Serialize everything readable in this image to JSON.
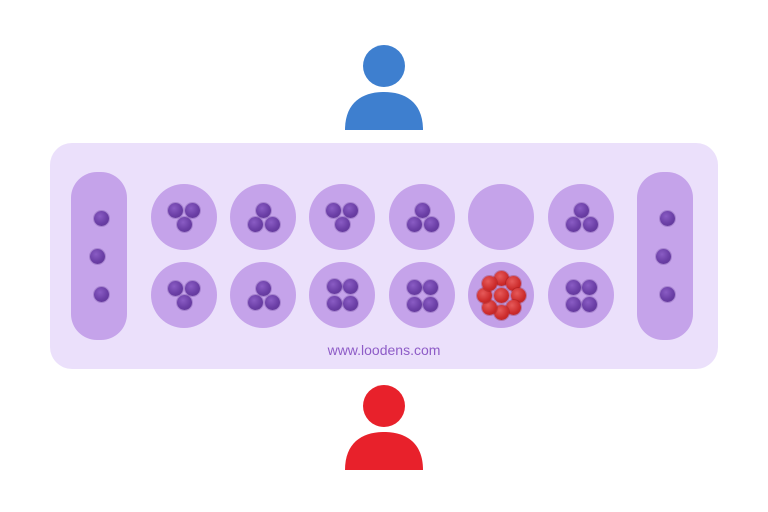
{
  "watermark": "www.loodens.com",
  "colors": {
    "board": "#ebe0fb",
    "pit": "#c5a3ea",
    "seed": "#6b3fa6",
    "seed_highlight": "#cc2b2b",
    "top_player": "#3e7fcf",
    "bottom_player": "#e8212b"
  },
  "players": {
    "top": {
      "icon": "person-icon",
      "color": "#3e7fcf"
    },
    "bottom": {
      "icon": "person-icon",
      "color": "#e8212b"
    }
  },
  "board": {
    "left_store": {
      "seeds": 3
    },
    "right_store": {
      "seeds": 3
    },
    "top_row": [
      {
        "seeds": 3
      },
      {
        "seeds": 3
      },
      {
        "seeds": 3
      },
      {
        "seeds": 3
      },
      {
        "seeds": 0
      },
      {
        "seeds": 3
      }
    ],
    "bottom_row": [
      {
        "seeds": 3
      },
      {
        "seeds": 3
      },
      {
        "seeds": 4
      },
      {
        "seeds": 4
      },
      {
        "seeds": 9,
        "highlighted": true
      },
      {
        "seeds": 4
      }
    ]
  }
}
